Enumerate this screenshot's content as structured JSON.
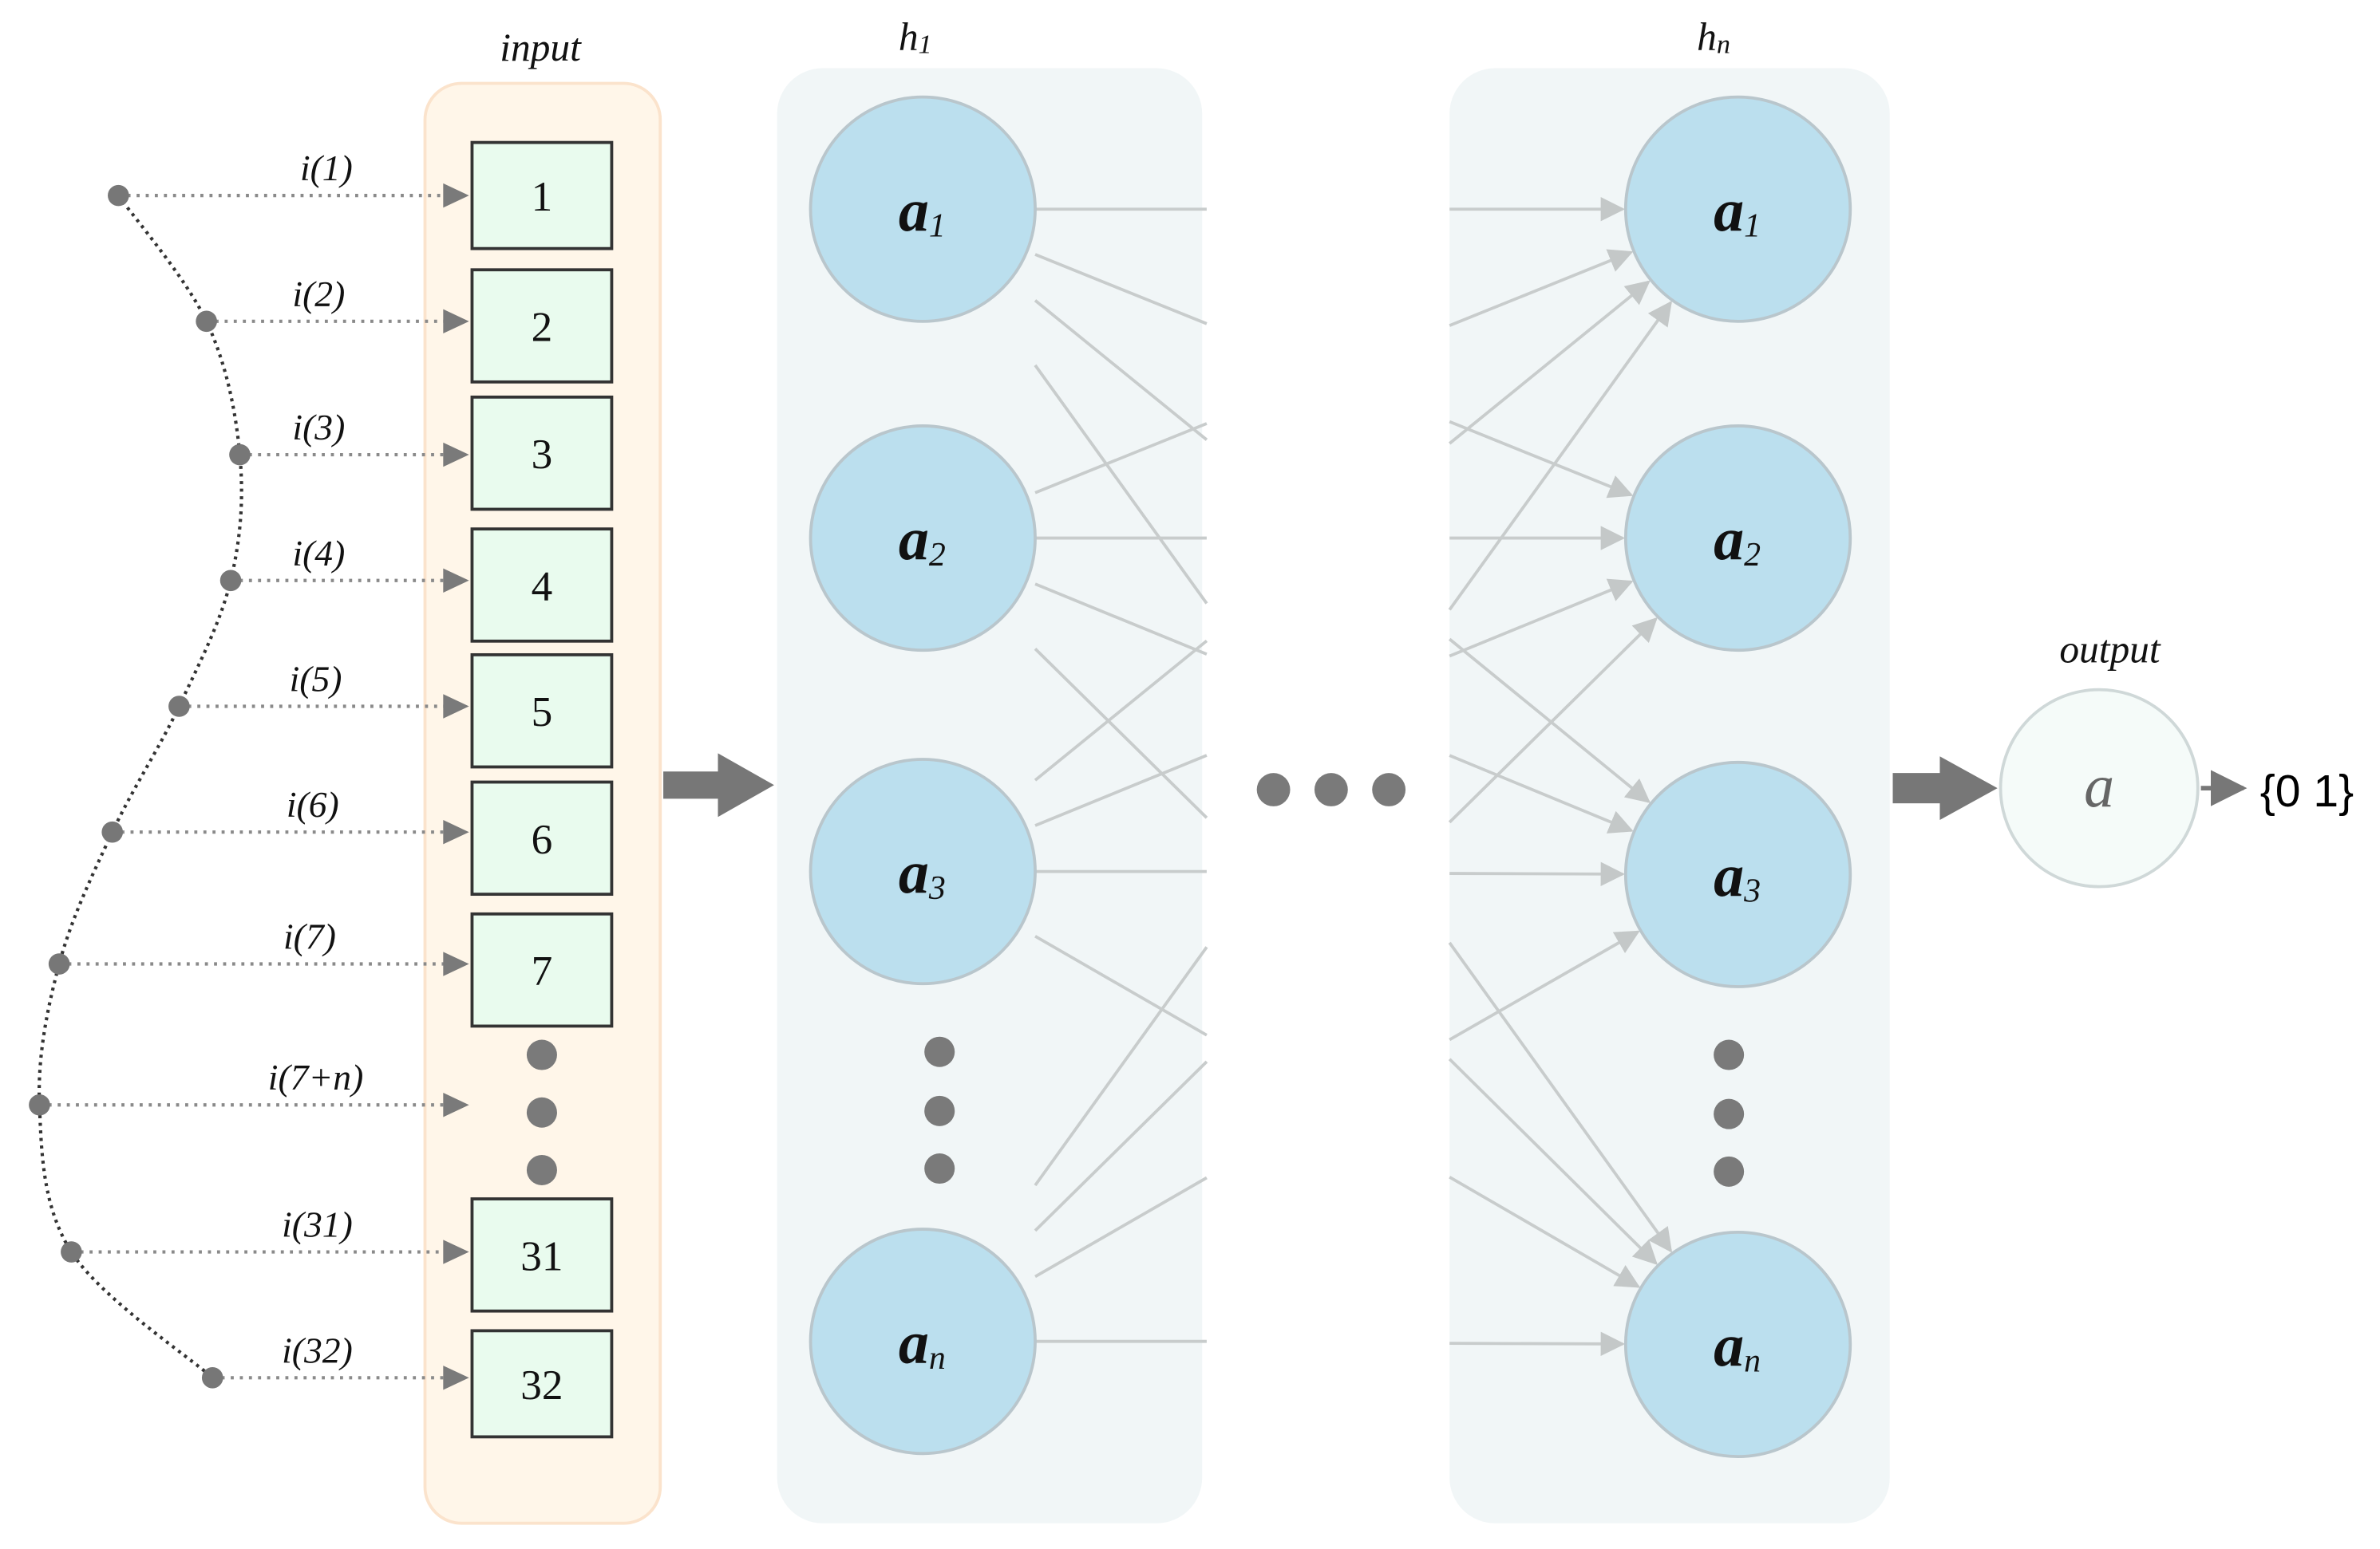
{
  "headers": {
    "input": "input",
    "h1": "h",
    "h1_sub": "1",
    "hn": "h",
    "hn_sub": "n",
    "output": "output"
  },
  "signal_labels": [
    "i(1)",
    "i(2)",
    "i(3)",
    "i(4)",
    "i(5)",
    "i(6)",
    "i(7)",
    "i(7+n)",
    "i(31)",
    "i(32)"
  ],
  "input_cells": [
    "1",
    "2",
    "3",
    "4",
    "5",
    "6",
    "7",
    "31",
    "32"
  ],
  "hidden_nodes": [
    {
      "letter": "a",
      "sub": "1"
    },
    {
      "letter": "a",
      "sub": "2"
    },
    {
      "letter": "a",
      "sub": "3"
    },
    {
      "letter": "a",
      "sub": "n"
    }
  ],
  "output_node": "a",
  "output_values": "{0 1}",
  "colors": {
    "input_panel": "#fff6e9",
    "input_panel_border": "#fbe3cc",
    "hidden_panel": "#f1f6f7",
    "node_fill": "#bbdfee",
    "node_stroke": "#b9c6cc",
    "cell_fill": "#e9fbee",
    "cell_stroke": "#333333",
    "dot": "#7a7a7a",
    "edge": "#c8cccc",
    "arrow": "#777777"
  }
}
